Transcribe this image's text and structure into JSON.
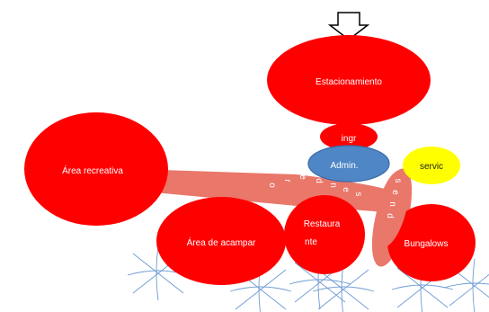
{
  "diagram": {
    "colors": {
      "zone": "#ff0000",
      "path": "#e9776a",
      "admin": "#4f86c6",
      "service": "#ffff00",
      "tree": "#6d9bd3"
    },
    "zones": {
      "estacionamiento": "Estacionamiento",
      "ingreso": "ingr",
      "admin": "Admin.",
      "servicios": "servic",
      "area_recreativa": "Área recreativa",
      "area_acampar": "Área de acampar",
      "restaurante_line1": "Restaura",
      "restaurante_line2": "nte",
      "bungalows": "Bungalows"
    },
    "path_letters_1": [
      "s",
      "e",
      "n",
      "d",
      "e",
      "r",
      "o"
    ],
    "path_letters_2": [
      "s",
      "e",
      "n",
      "d"
    ],
    "entry_arrow_icon": "arrow-down-outline-icon",
    "tree_icon": "tree-cross-icon"
  }
}
